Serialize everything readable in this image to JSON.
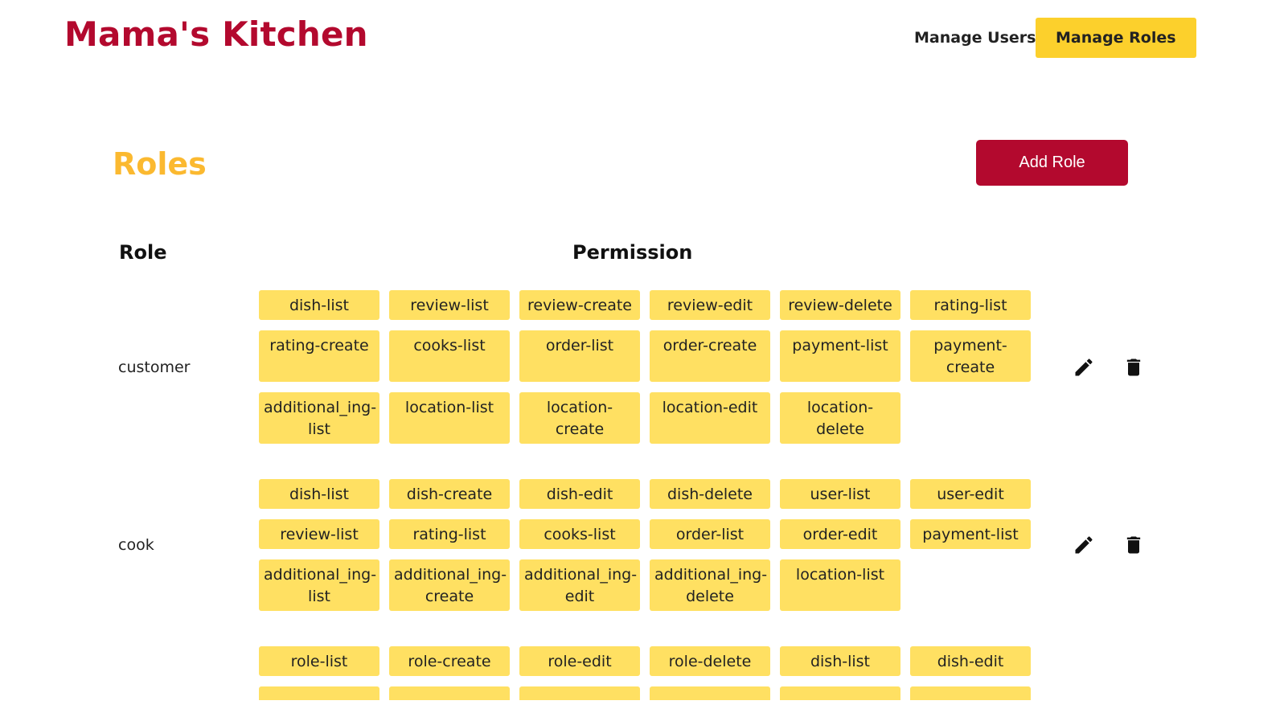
{
  "header": {
    "brand": "Mama's Kitchen",
    "nav": [
      {
        "label": "Manage Users"
      },
      {
        "label": "Manage Roles"
      }
    ]
  },
  "main": {
    "title": "Roles",
    "add_button": "Add Role",
    "columns": {
      "role": "Role",
      "permission": "Permission"
    },
    "roles": [
      {
        "name": "customer",
        "permissions": [
          "dish-list",
          "review-list",
          "review-create",
          "review-edit",
          "review-delete",
          "rating-list",
          "rating-create",
          "cooks-list",
          "order-list",
          "order-create",
          "payment-list",
          "payment-create",
          "additional_ing-list",
          "location-list",
          "location-create",
          "location-edit",
          "location-delete"
        ]
      },
      {
        "name": "cook",
        "permissions": [
          "dish-list",
          "dish-create",
          "dish-edit",
          "dish-delete",
          "user-list",
          "user-edit",
          "review-list",
          "rating-list",
          "cooks-list",
          "order-list",
          "order-edit",
          "payment-list",
          "additional_ing-list",
          "additional_ing-create",
          "additional_ing-edit",
          "additional_ing-delete",
          "location-list"
        ]
      },
      {
        "name": "",
        "permissions": [
          "role-list",
          "role-create",
          "role-edit",
          "role-delete",
          "dish-list",
          "dish-edit",
          "",
          "",
          "",
          "",
          "",
          ""
        ]
      }
    ]
  },
  "icons": {
    "edit": "pencil-icon",
    "delete": "trash-icon"
  },
  "colors": {
    "brand": "#b3092e",
    "accent": "#fcd02c",
    "chip": "#ffe062",
    "title": "#fbb930"
  }
}
